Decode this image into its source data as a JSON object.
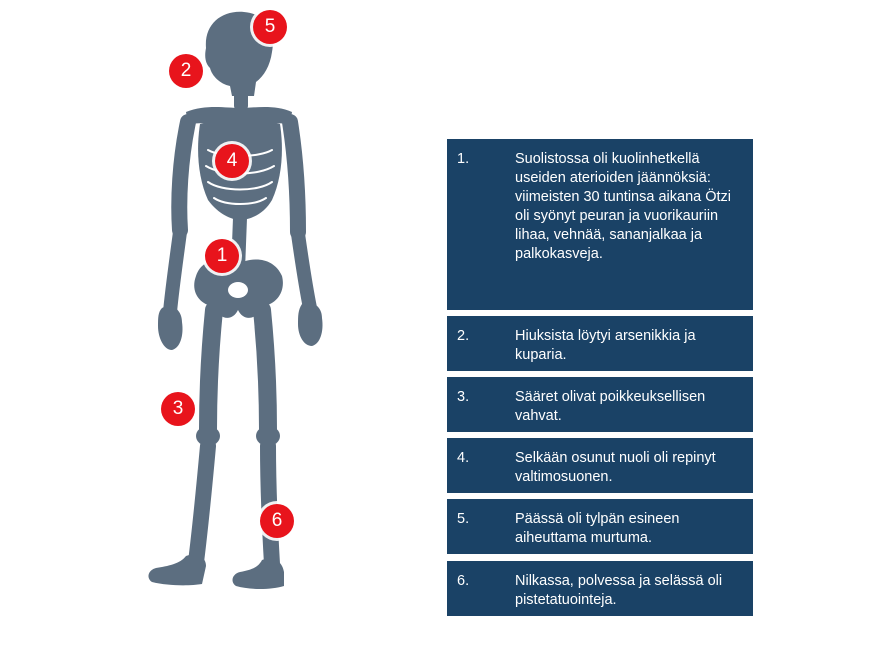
{
  "colors": {
    "bone": "#5c6e80",
    "marker": "#e8141c",
    "box": "#1a4266",
    "text": "#ffffff"
  },
  "markers": [
    "5",
    "2",
    "4",
    "1",
    "3",
    "6"
  ],
  "facts": [
    {
      "num": "1.",
      "text": "Suolistossa oli kuolinhetkellä useiden aterioiden jäännöksiä: viimeisten 30 tuntinsa aikana Ötzi oli syönyt peuran ja vuorikauriin lihaa, vehnää, sananjalkaa ja palkokasveja."
    },
    {
      "num": "2.",
      "text": "Hiuksista löytyi arsenikkia ja kuparia."
    },
    {
      "num": "3.",
      "text": "Sääret olivat poikkeuksellisen vahvat."
    },
    {
      "num": "4.",
      "text": "Selkään osunut nuoli oli repinyt valtimosuonen."
    },
    {
      "num": "5.",
      "text": "Päässä oli tylpän esineen aiheuttama murtuma."
    },
    {
      "num": "6.",
      "text": "Nilkassa, polvessa ja selässä oli pistetatuointeja."
    }
  ]
}
